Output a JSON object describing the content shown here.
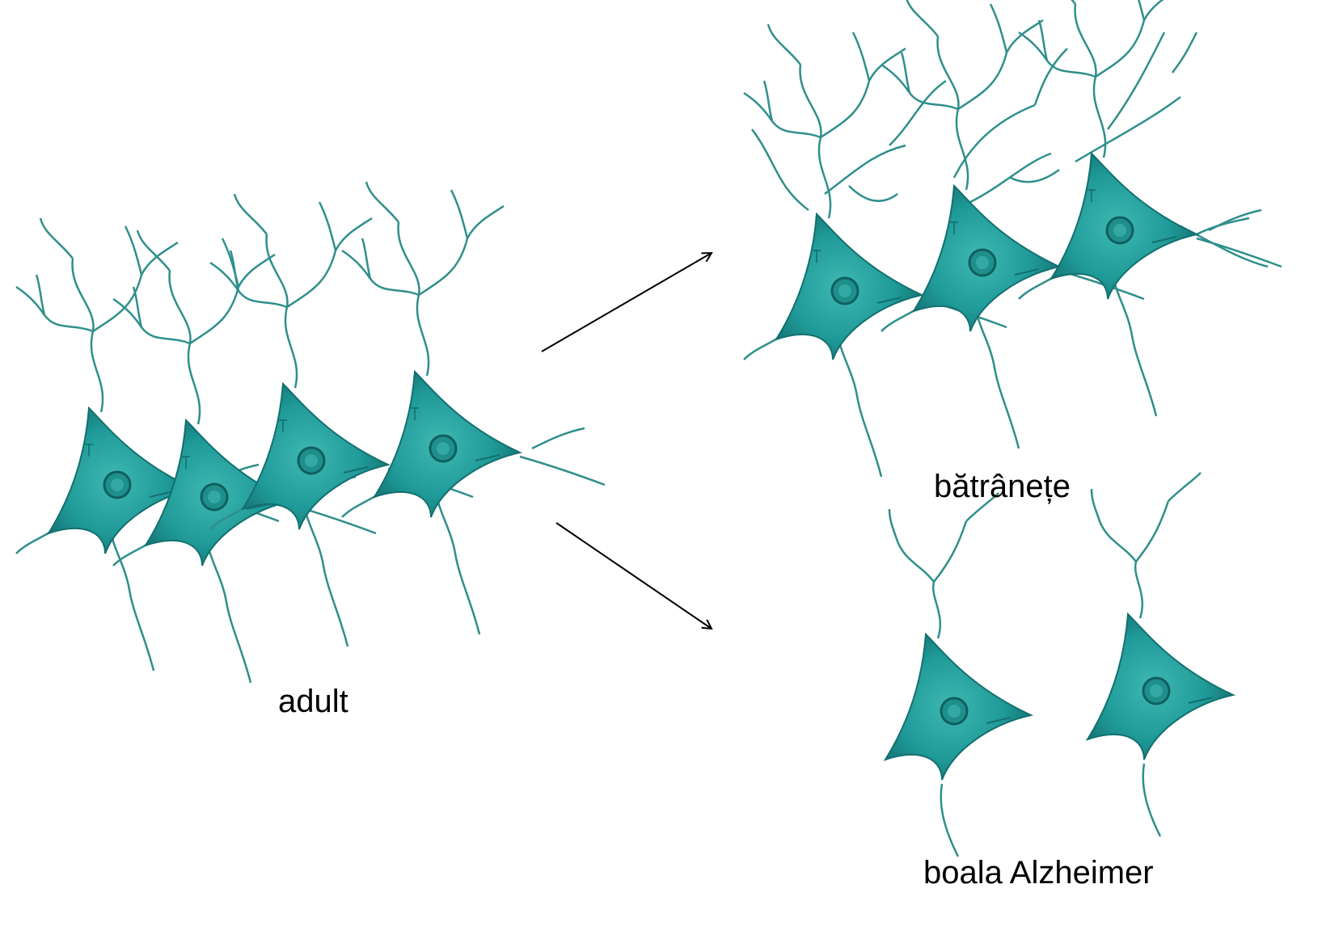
{
  "labels": {
    "adult": "adult",
    "aging": "bătrânețe",
    "alzheimer": "boala Alzheimer"
  },
  "colors": {
    "neuron_fill": "#1f9a98",
    "neuron_dark": "#13706f",
    "neuron_light": "#3fb8b2",
    "dendrite": "#2f8f8c",
    "nucleus": "#0f6d6c",
    "arrow": "#000000"
  },
  "groups": {
    "adult": {
      "neuron_count": 4
    },
    "aging": {
      "neuron_count": 3
    },
    "alzheimer": {
      "neuron_count": 2
    }
  }
}
